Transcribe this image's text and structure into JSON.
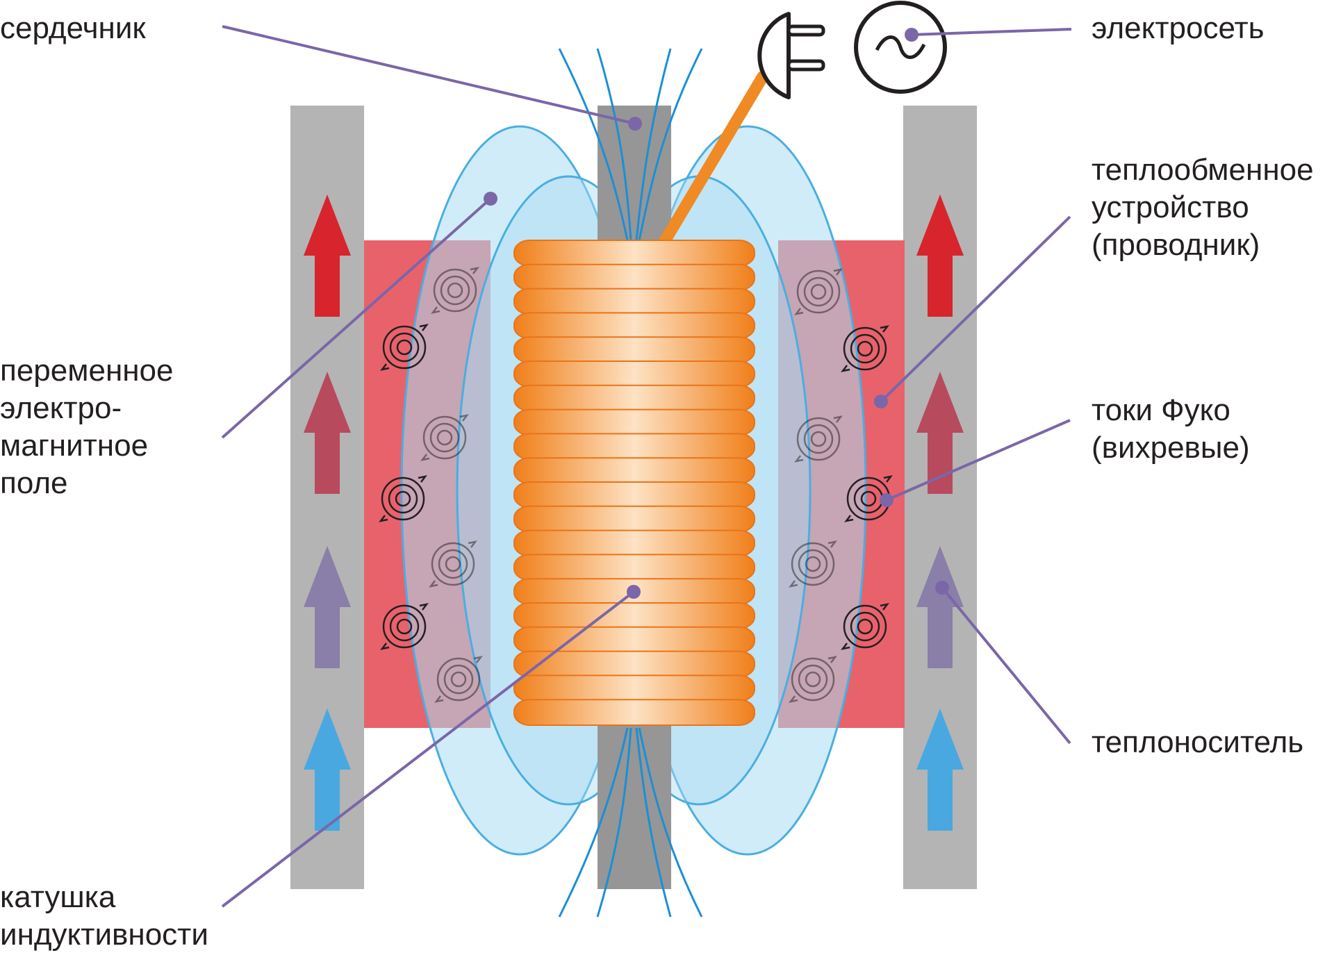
{
  "labels": {
    "core": "сердечник",
    "field": [
      "переменное",
      "электро-",
      "магнитное",
      "поле"
    ],
    "coil": [
      "катушка",
      "индуктивности"
    ],
    "mains": "электросеть",
    "heat_exchanger": [
      "теплообменное",
      "устройство",
      "(проводник)"
    ],
    "eddy_currents": [
      "токи Фуко",
      "(вихревые)"
    ],
    "coolant": "теплоноситель"
  },
  "icons": {
    "plug": "plug-icon",
    "ac_source": "ac-source-icon",
    "flow_arrow": "up-arrow-icon",
    "eddy": "eddy-current-icon"
  },
  "colors": {
    "background": "#ffffff",
    "pipe": "#b4b4b4",
    "core": "#969696",
    "heat_exchanger": "#e8626c",
    "field_fill": "#a9dcf3",
    "field_stroke": "#4aaee0",
    "coil": "#f08a24",
    "coil_highlight": "#fde2c4",
    "leader_line": "#7b66a8",
    "arrow_hot": "#d8242c",
    "arrow_cold": "#4aa8e0",
    "text": "#231f20"
  }
}
